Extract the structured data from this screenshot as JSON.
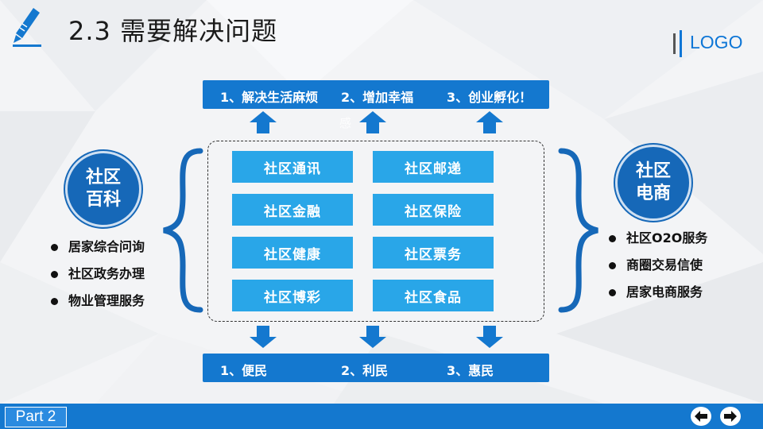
{
  "header": {
    "title": "2.3 需要解决问题",
    "logo": "LOGO"
  },
  "top_banner": {
    "items": [
      "1、解决生活麻烦",
      "2、增加幸福",
      "3、创业孵化！"
    ]
  },
  "ghost_text": "感",
  "services": [
    "社区通讯",
    "社区邮递",
    "社区金融",
    "社区保险",
    "社区健康",
    "社区票务",
    "社区博彩",
    "社区食品"
  ],
  "left_panel": {
    "circle_line1": "社区",
    "circle_line2": "百科",
    "bullets": [
      "居家综合问询",
      "社区政务办理",
      "物业管理服务"
    ]
  },
  "right_panel": {
    "circle_line1": "社区",
    "circle_line2": "电商",
    "bullets": [
      "社区O2O服务",
      "商圈交易信使",
      "居家电商服务"
    ]
  },
  "bottom_banner": {
    "items": [
      "1、便民",
      "2、利民",
      "3、惠民"
    ]
  },
  "footer": {
    "part_label": "Part 2",
    "prev_icon": "arrow-left-icon",
    "next_icon": "arrow-right-icon"
  },
  "colors": {
    "primary_blue": "#1478cf",
    "service_blue": "#29a6e8",
    "circle_blue": "#1668b8",
    "logo_blue": "#0e76d6"
  }
}
